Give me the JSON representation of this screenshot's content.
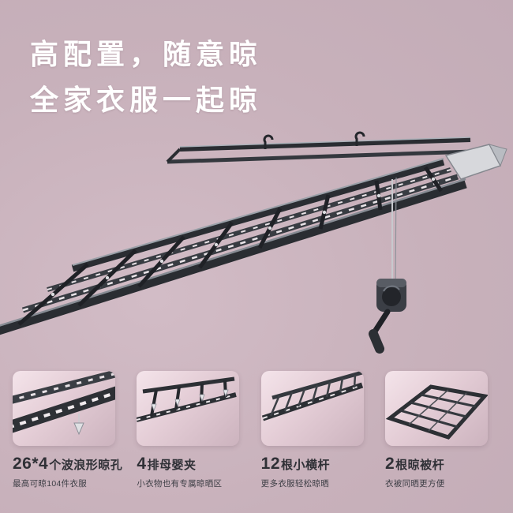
{
  "header": {
    "title_line1": "高配置，随意晾",
    "title_line2": "全家衣服一起晾"
  },
  "hero": {
    "illustration": "telescopic-drying-rack-with-hand-crank"
  },
  "features": [
    {
      "number": "26*4",
      "title": "个波浪形晾孔",
      "subtitle": "最高可晾104件衣服",
      "image": "wave-shaped-drying-holes-closeup"
    },
    {
      "number": "4",
      "title": "排母婴夹",
      "subtitle": "小衣物也有专属晾晒区",
      "image": "baby-clip-rows-closeup"
    },
    {
      "number": "12",
      "title": "根小横杆",
      "subtitle": "更多衣服轻松晾晒",
      "image": "small-crossbars-closeup"
    },
    {
      "number": "2",
      "title": "根晾被杆",
      "subtitle": "衣被同晒更方便",
      "image": "quilt-drying-rods-closeup"
    }
  ],
  "colors": {
    "background": "#c8b1bb",
    "headline_text": "#ffffff",
    "feature_title": "#2f3036",
    "feature_subtitle": "#3e3f46",
    "rack_dark": "#2a2d32",
    "rack_highlight": "#9aa0a8",
    "thumbnail_bg_light": "#f4e4ea",
    "thumbnail_bg_dark": "#ccb3be"
  }
}
